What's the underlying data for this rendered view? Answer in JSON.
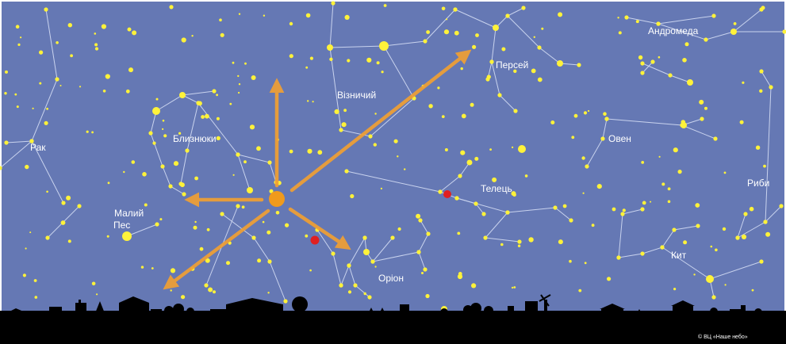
{
  "colors": {
    "sky": "#6578b4",
    "line": "#c9d3ee",
    "star": "#fff23a",
    "meteor_arrow": "#f0a033",
    "radiant": "#f09a1c",
    "planet": "#e02020",
    "ground": "#000000",
    "frame": "#ffffff"
  },
  "labels": [
    {
      "id": "andromeda",
      "text": "Андромеда"
    },
    {
      "id": "perseus",
      "text": "Персей"
    },
    {
      "id": "auriga",
      "text": "Візничий"
    },
    {
      "id": "gemini",
      "text": "Близнюки"
    },
    {
      "id": "cancer",
      "text": "Рак"
    },
    {
      "id": "aries",
      "text": "Овен"
    },
    {
      "id": "taurus",
      "text": "Телець"
    },
    {
      "id": "pisces",
      "text": "Риби"
    },
    {
      "id": "canis-minor-1",
      "text": "Малий"
    },
    {
      "id": "canis-minor-2",
      "text": "Пес"
    },
    {
      "id": "cetus",
      "text": "Кит"
    },
    {
      "id": "orion",
      "text": "Оріон"
    }
  ],
  "credit": "© ВЦ «Наше небо»",
  "icons": {
    "radiant": "radiant-icon",
    "meteor_arrow": "meteor-arrow-icon",
    "planet": "planet-icon",
    "skyline": "skyline-silhouette"
  }
}
